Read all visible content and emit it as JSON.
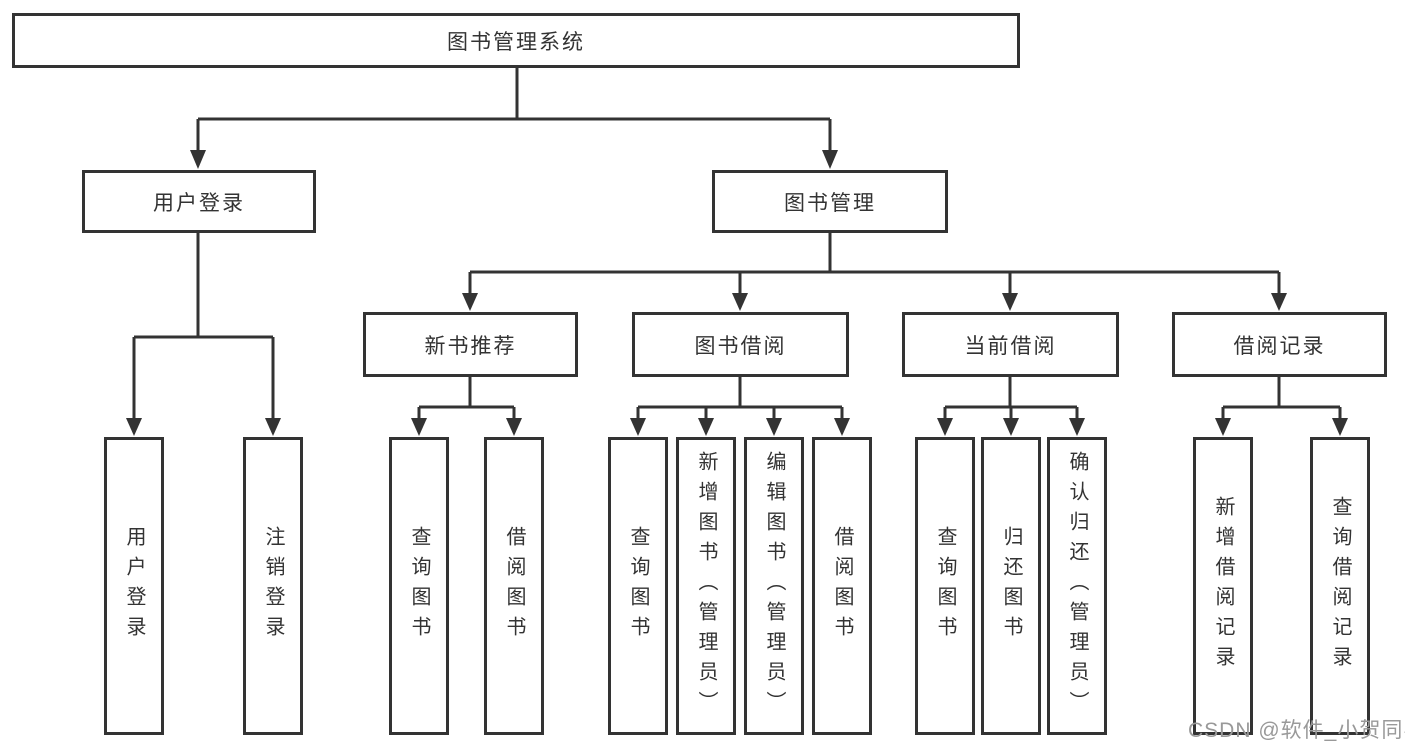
{
  "diagram": {
    "title": "图书管理系统",
    "level2": {
      "user_login": "用户登录",
      "book_mgmt": "图书管理"
    },
    "level3": {
      "new_books": "新书推荐",
      "book_borrow": "图书借阅",
      "current_borrow": "当前借阅",
      "borrow_records": "借阅记录"
    },
    "leaves": {
      "user_login": [
        "用户登录",
        "注销登录"
      ],
      "new_books": [
        "查询图书",
        "借阅图书"
      ],
      "book_borrow": [
        "查询图书",
        "新增图书（管理员）",
        "编辑图书（管理员）",
        "借阅图书"
      ],
      "current_borrow": [
        "查询图书",
        "归还图书",
        "确认归还（管理员）"
      ],
      "borrow_records": [
        "新增借阅记录",
        "查询借阅记录"
      ]
    }
  },
  "watermark": "CSDN @软件_小贺同学",
  "colors": {
    "line": "#333333",
    "text": "#333333",
    "watermark": "#999999",
    "background": "#ffffff"
  }
}
